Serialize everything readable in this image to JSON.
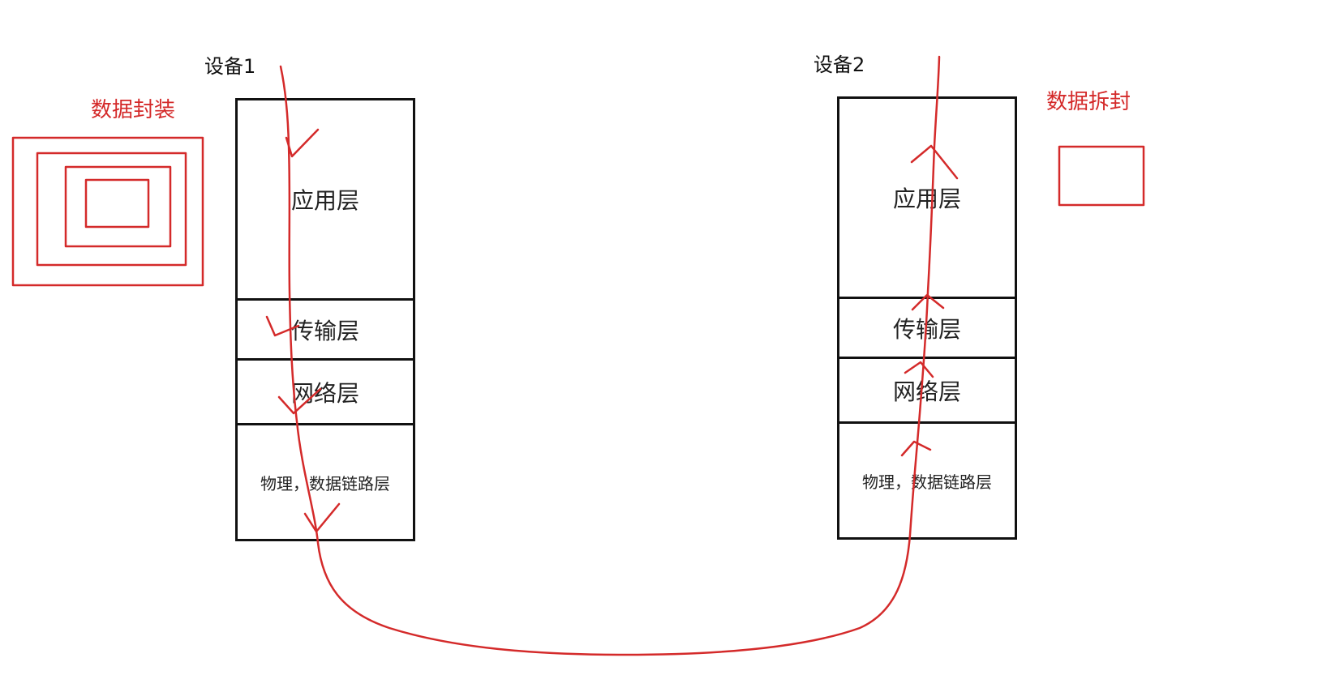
{
  "colors": {
    "ink": "#111111",
    "annotation_red": "#d42a2a"
  },
  "device1": {
    "label": "设备1",
    "layers": [
      "应用层",
      "传输层",
      "网络层",
      "物理，数据链路层"
    ]
  },
  "device2": {
    "label": "设备2",
    "layers": [
      "应用层",
      "传输层",
      "网络层",
      "物理，数据链路层"
    ]
  },
  "encapsulation": {
    "label": "数据封装",
    "nested_boxes": 4
  },
  "decapsulation": {
    "label": "数据拆封",
    "nested_boxes": 1
  }
}
